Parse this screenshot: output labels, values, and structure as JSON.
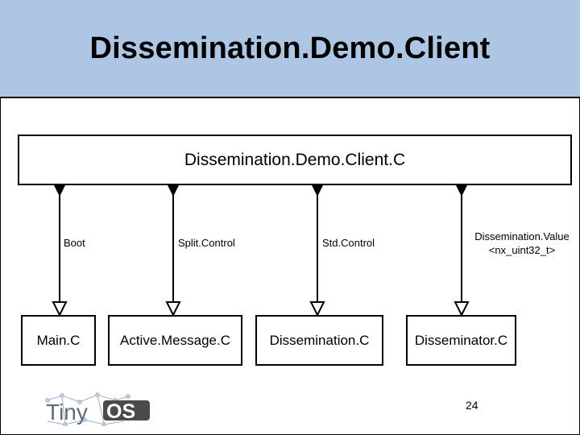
{
  "slide": {
    "title": "Dissemination.Demo.Client",
    "page_number": "24"
  },
  "diagram": {
    "top_component": "Dissemination.Demo.Client.C",
    "wires": [
      {
        "interface": "Boot",
        "target": "Main.C"
      },
      {
        "interface": "Split.Control",
        "target": "Active.Message.C"
      },
      {
        "interface": "Std.Control",
        "target": "Dissemination.C"
      },
      {
        "interface": "Dissemination.Value <nx_uint32_t>",
        "interface_line1": "Dissemination.Value",
        "interface_line2": "<nx_uint32_t>",
        "target": "Disseminator.C"
      }
    ]
  },
  "logo": {
    "text_left": "Tiny",
    "text_right": "OS"
  }
}
